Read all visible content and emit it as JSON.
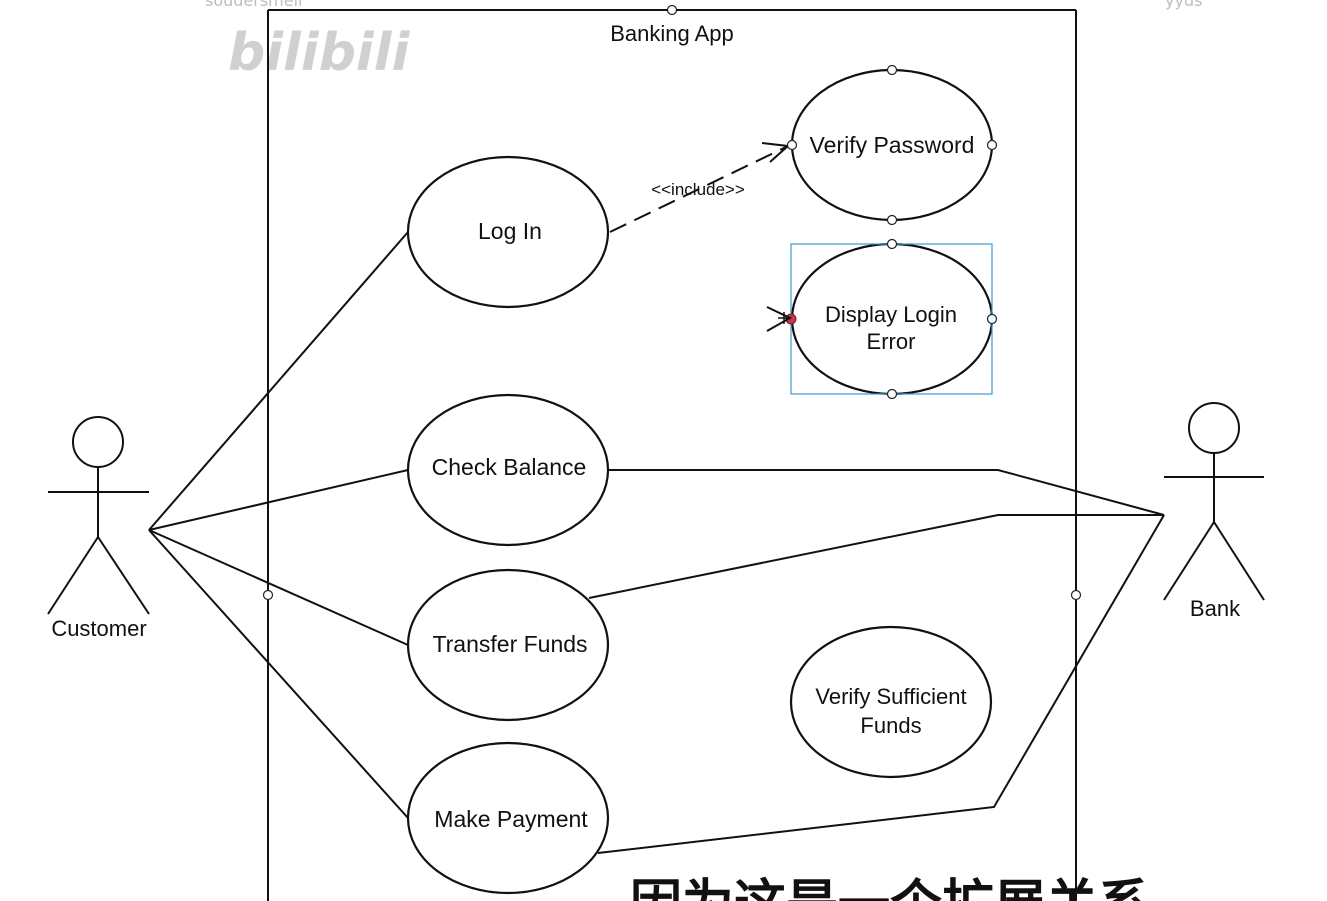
{
  "diagram": {
    "system_title": "Banking App",
    "actors": {
      "customer": "Customer",
      "bank": "Bank"
    },
    "use_cases": {
      "log_in": "Log In",
      "verify_password": "Verify Password",
      "display_login_error_1": "Display Login",
      "display_login_error_2": "Error",
      "check_balance": "Check Balance",
      "transfer_funds": "Transfer Funds",
      "verify_sufficient_funds_1": "Verify Sufficient",
      "verify_sufficient_funds_2": "Funds",
      "make_payment": "Make Payment"
    },
    "relations": {
      "include_label": "<<include>>"
    }
  },
  "overlay": {
    "watermark_left": "bilibili",
    "watermark_top": "soudersmell",
    "watermark_top_right": "yyds",
    "subtitle": "因为这是一个扩展关系"
  }
}
